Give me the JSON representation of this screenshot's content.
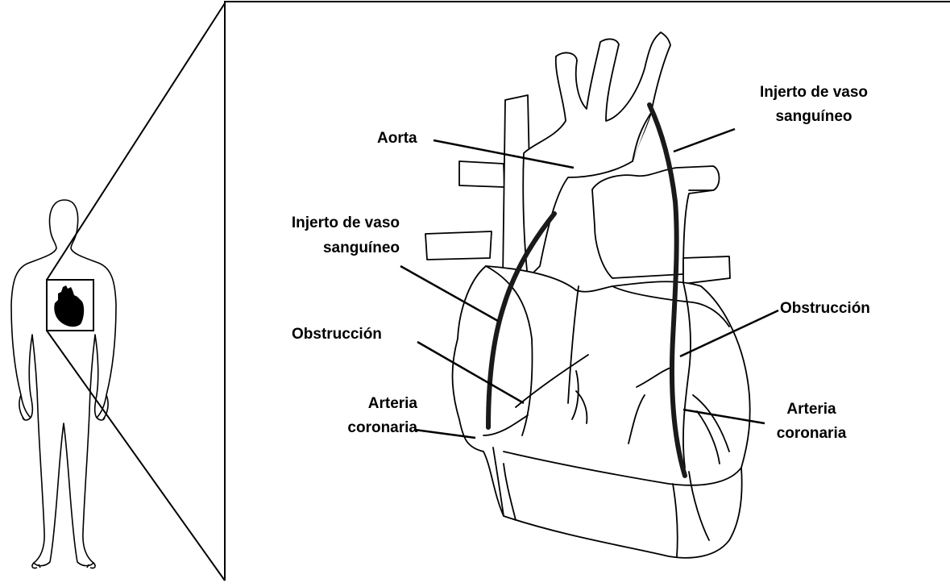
{
  "labels": {
    "aorta": "Aorta",
    "graft_right_1": "Injerto de vaso",
    "graft_right_2": "sanguíneo",
    "graft_left_1": "Injerto de vaso",
    "graft_left_2": "sanguíneo",
    "obstruction_left": "Obstrucción",
    "obstruction_right": "Obstrucción",
    "coronary_left_1": "Arteria",
    "coronary_left_2": "coronaria",
    "coronary_right_1": "Arteria",
    "coronary_right_2": "coronaria"
  },
  "colors": {
    "line": "#000000",
    "graft": "#1a1a1a",
    "background": "#ffffff"
  }
}
